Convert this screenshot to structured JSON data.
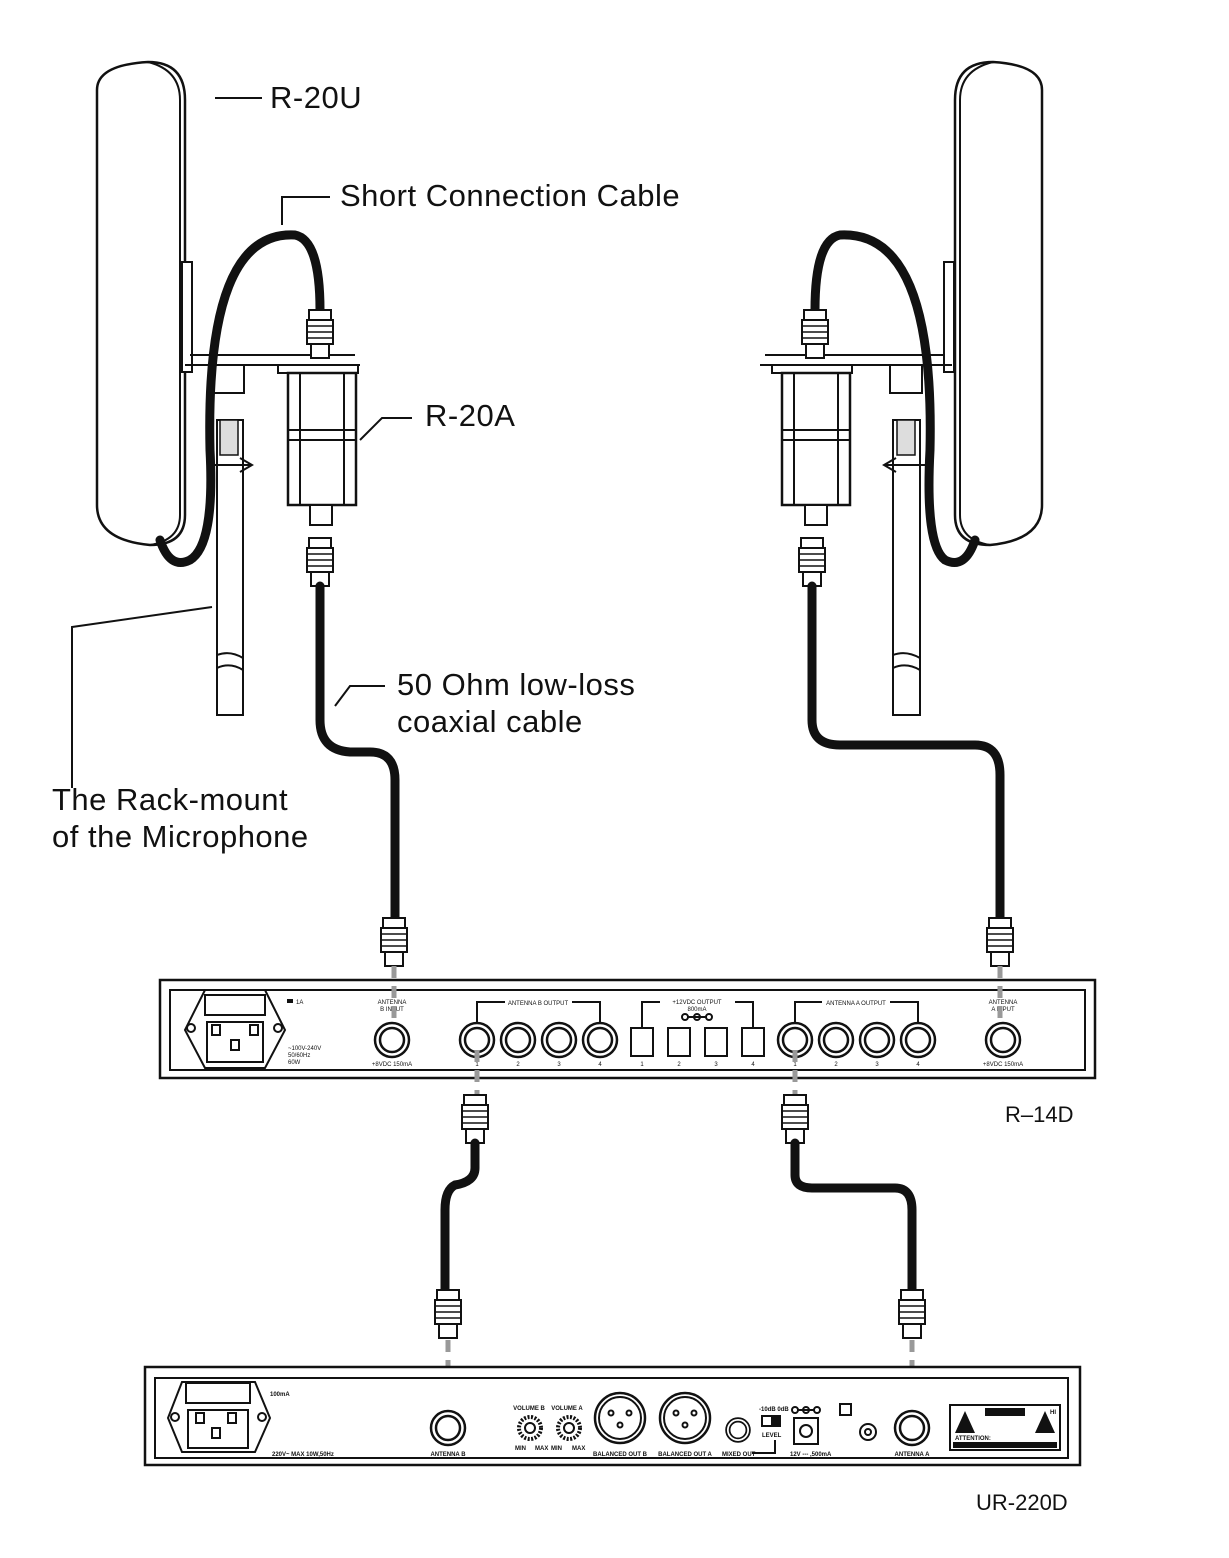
{
  "labels": {
    "r20u": "R-20U",
    "short_cable": "Short Connection Cable",
    "r20a": "R-20A",
    "coax_line1": "50 Ohm low-loss",
    "coax_line2": "coaxial cable",
    "rack_line1": "The Rack-mount",
    "rack_line2": "of the Microphone",
    "r14d": "R–14D",
    "ur220d": "UR-220D"
  },
  "r14d_panel": {
    "fuse": "1A",
    "power_spec": [
      "~100V-240V",
      "50/60Hz",
      "60W"
    ],
    "antenna_b_input": [
      "ANTENNA",
      "B INPUT"
    ],
    "antenna_b_input_spec": "+8VDC  150mA",
    "antenna_b_output": "ANTENNA B OUTPUT",
    "dc_output": [
      "+12VDC OUTPUT",
      "800mA"
    ],
    "antenna_a_output": "ANTENNA A OUTPUT",
    "antenna_a_input": [
      "ANTENNA",
      "A INPUT"
    ],
    "antenna_a_input_spec": "+8VDC  150mA",
    "port_numbers": [
      "1",
      "2",
      "3",
      "4"
    ]
  },
  "ur220d_panel": {
    "fuse": "100mA",
    "power_spec": "220V~ MAX 10W,50Hz",
    "antenna_b": "ANTENNA B",
    "volume_b": "VOLUME B",
    "volume_a": "VOLUME A",
    "min": "MIN",
    "max": "MAX",
    "balanced_out_b": "BALANCED OUT B",
    "balanced_out_a": "BALANCED OUT A",
    "mixed_out": "MIXED OUT",
    "level": "LEVEL",
    "level_options": "-10dB 0dB",
    "dc_spec": "12V --- ,500mA",
    "antenna_a": "ANTENNA A",
    "attention": "ATTENTION:",
    "warning_mark": "HI"
  }
}
